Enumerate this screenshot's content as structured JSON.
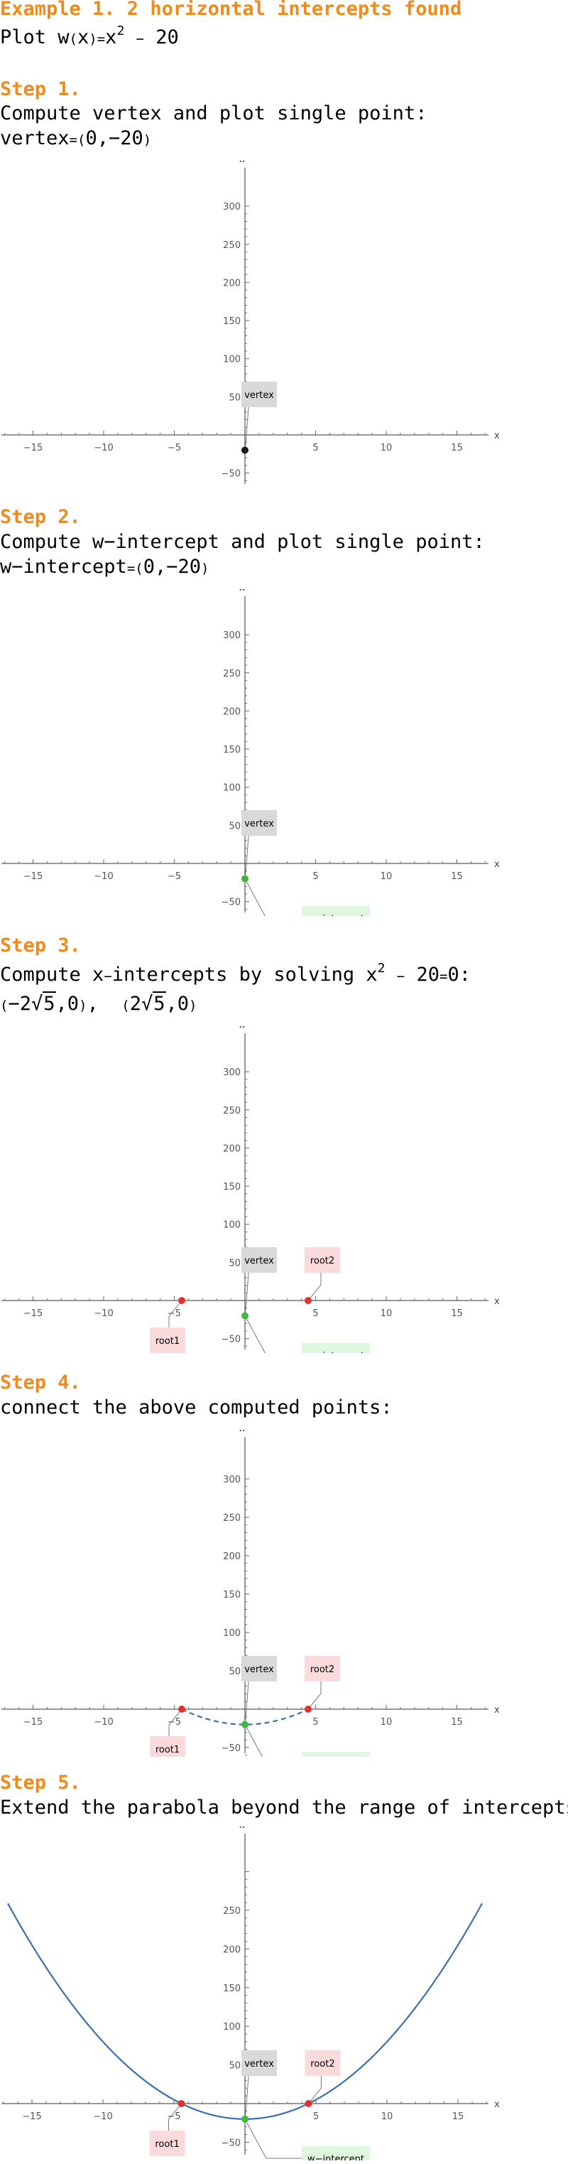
{
  "header": {
    "title": "Example 1. 2 horizontal intercepts found",
    "plot_prefix": "Plot w",
    "plot_lp": "(",
    "plot_var": "x",
    "plot_rp": ")",
    "plot_eq": "=",
    "plot_x": "x",
    "plot_exp": "2",
    "plot_minus": "−",
    "plot_const": "20"
  },
  "steps": [
    {
      "label": "Step 1.",
      "text": "Compute vertex and plot single point:",
      "result_name": "vertex",
      "result_eq": "=",
      "result_lp": "(",
      "result_val": "0,−20",
      "result_rp": ")"
    },
    {
      "label": "Step 2.",
      "text": "Compute w−intercept and plot single point:",
      "result_name": "w−intercept",
      "result_eq": "=",
      "result_lp": "(",
      "result_val": "0,−20",
      "result_rp": ")"
    },
    {
      "label": "Step 3.",
      "text_before": "Compute x",
      "text_dash": "−",
      "text_mid": "intercepts by solving x",
      "text_exp": "2",
      "text_minus": "−",
      "text_after": "20",
      "text_eq": "=",
      "text_end": "0:",
      "root1_lp": "(",
      "root1_coef": "−2",
      "root1_rad": "5",
      "root1_tail": ",0",
      "root1_rp": ")",
      "sep": ",",
      "root2_lp": "(",
      "root2_coef": "2",
      "root2_rad": "5",
      "root2_tail": ",0",
      "root2_rp": ")"
    },
    {
      "label": "Step 4.",
      "text": "connect the above computed points:"
    },
    {
      "label": "Step 5.",
      "text": "Extend the parabola beyond the range of intercepts"
    }
  ],
  "colors": {
    "heading": "#f08a1c",
    "curve": "#3a6fb0",
    "vertex_point": "#1a1a1a",
    "intercept_point": "#3cb83c",
    "root_point": "#e03030",
    "vertex_label_bg": "#d9d9d9",
    "intercept_label_bg": "#dff6df",
    "root_label_bg": "#fadada"
  },
  "chart_data": [
    {
      "type": "scatter",
      "x_axis_label": "x",
      "y_axis_label": "w",
      "x_ticks": [
        -15,
        -10,
        -5,
        5,
        10,
        15
      ],
      "y_ticks": [
        -50,
        50,
        100,
        150,
        200,
        250,
        300
      ],
      "points": [
        {
          "x": 0,
          "y": -20,
          "label": "vertex",
          "color": "vertex_point"
        }
      ],
      "curve": "none"
    },
    {
      "type": "scatter",
      "x_axis_label": "x",
      "y_axis_label": "w",
      "x_ticks": [
        -15,
        -10,
        -5,
        5,
        10,
        15
      ],
      "y_ticks": [
        -50,
        50,
        100,
        150,
        200,
        250,
        300
      ],
      "points": [
        {
          "x": 0,
          "y": -20,
          "label": "vertex",
          "color": "intercept_point",
          "second_label": "w−intercept"
        }
      ],
      "curve": "none"
    },
    {
      "type": "scatter",
      "x_axis_label": "x",
      "y_axis_label": "w",
      "x_ticks": [
        -15,
        -10,
        -5,
        5,
        10,
        15
      ],
      "y_ticks": [
        -50,
        50,
        100,
        150,
        200,
        250,
        300
      ],
      "points": [
        {
          "x": 0,
          "y": -20,
          "label": "vertex",
          "color": "intercept_point",
          "second_label": "w−intercept"
        },
        {
          "x": -4.472,
          "y": 0,
          "label": "root1",
          "color": "root_point"
        },
        {
          "x": 4.472,
          "y": 0,
          "label": "root2",
          "color": "root_point"
        }
      ],
      "curve": "none"
    },
    {
      "type": "line",
      "x_axis_label": "x",
      "y_axis_label": "w",
      "x_ticks": [
        -15,
        -10,
        -5,
        5,
        10,
        15
      ],
      "y_ticks": [
        -50,
        50,
        100,
        150,
        200,
        250,
        300
      ],
      "points": [
        {
          "x": 0,
          "y": -20,
          "label": "vertex",
          "color": "intercept_point",
          "second_label": "w−intercept"
        },
        {
          "x": -4.472,
          "y": 0,
          "label": "root1",
          "color": "root_point"
        },
        {
          "x": 4.472,
          "y": 0,
          "label": "root2",
          "color": "root_point"
        }
      ],
      "curve": "dashed",
      "curve_x_range": [
        -4.472,
        4.472
      ]
    },
    {
      "type": "line",
      "x_axis_label": "x",
      "y_axis_label": "w",
      "x_ticks": [
        -15,
        -10,
        -5,
        5,
        10,
        15
      ],
      "y_ticks": [
        -50,
        50,
        100,
        150,
        200,
        250
      ],
      "points": [
        {
          "x": 0,
          "y": -20,
          "label": "vertex",
          "color": "intercept_point",
          "second_label": "w−intercept"
        },
        {
          "x": -4.472,
          "y": 0,
          "label": "root1",
          "color": "root_point"
        },
        {
          "x": 4.472,
          "y": 0,
          "label": "root2",
          "color": "root_point"
        }
      ],
      "curve": "solid",
      "curve_x_range": [
        -16.7,
        16.7
      ]
    }
  ]
}
